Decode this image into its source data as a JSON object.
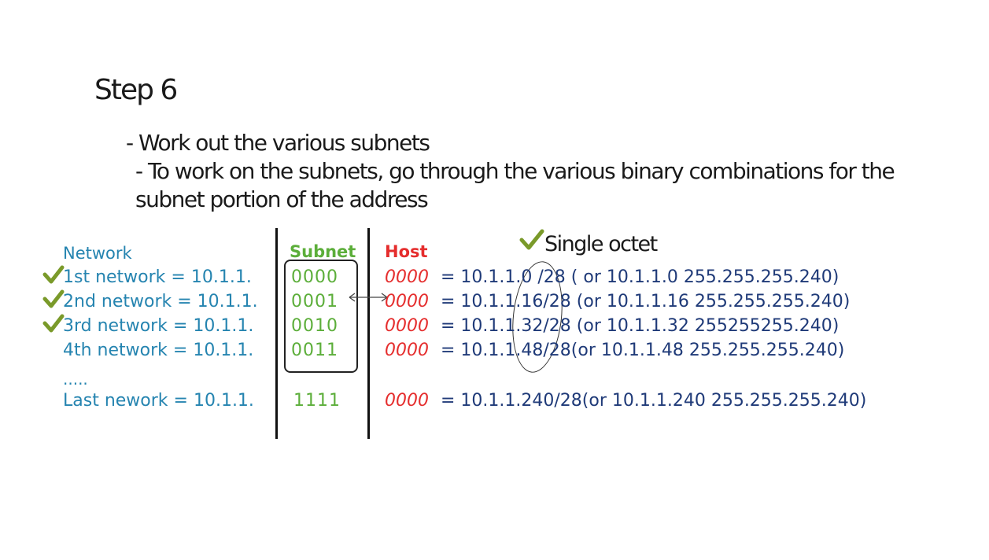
{
  "slide": {
    "title": "Step 6",
    "bullet1": "- Work out the various subnets",
    "bullet2": "- To work on the subnets, go through the various binary combinations for the subnet portion of the address"
  },
  "headers": {
    "network": "Network",
    "subnet": "Subnet",
    "host": "Host",
    "single_octet": "Single octet"
  },
  "rows": [
    {
      "network": "1st network = 10.1.1.",
      "subnet": "0000",
      "host": "0000",
      "result": "= 10.1.1.0 /28  ( or 10.1.1.0  255.255.255.240)",
      "checked": true
    },
    {
      "network": "2nd network = 10.1.1.",
      "subnet": "0001",
      "host": "0000",
      "result": "= 10.1.1.16/28 (or 10.1.1.16 255.255.255.240)",
      "checked": true
    },
    {
      "network": "3rd network = 10.1.1.",
      "subnet": "0010",
      "host": "0000",
      "result": "= 10.1.1.32/28 (or 10.1.1.32 255255255.240)",
      "checked": true
    },
    {
      "network": "4th network = 10.1.1.",
      "subnet": "0011",
      "host": "0000",
      "result": "= 10.1.1.48/28(or 10.1.1.48 255.255.255.240)",
      "checked": false
    }
  ],
  "ellipsis": ".....",
  "last_row": {
    "network": "Last nework = 10.1.1.",
    "subnet": "1111",
    "host": "0000",
    "result": "= 10.1.1.240/28(or 10.1.1.240  255.255.255.240)"
  },
  "colors": {
    "network": "#2584b0",
    "subnet": "#5cae3a",
    "host": "#e52d2d",
    "result": "#1f3a78",
    "check": "#7a9a2a"
  },
  "icons": {
    "check": "check-icon",
    "arrow": "double-arrow-icon"
  }
}
